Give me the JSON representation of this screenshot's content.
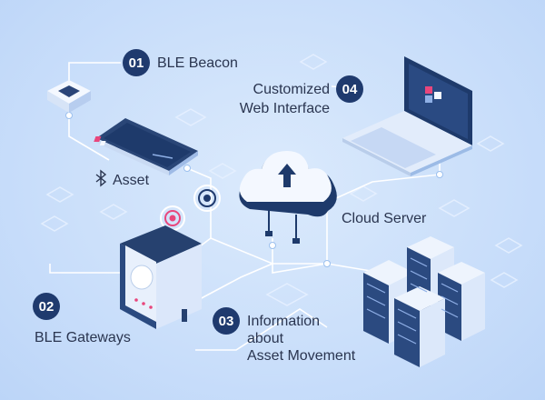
{
  "nodes": [
    {
      "id": "beacon",
      "number": "01",
      "label": "BLE Beacon"
    },
    {
      "id": "gateways",
      "number": "02",
      "label": "BLE Gateways"
    },
    {
      "id": "information",
      "number": "03",
      "label_lines": [
        "Information",
        "about",
        "Asset Movement"
      ]
    },
    {
      "id": "web",
      "number": "04",
      "label_lines": [
        "Customized",
        "Web Interface"
      ]
    }
  ],
  "asset_label": "Asset",
  "cloud_label": "Cloud Server",
  "icons": [
    "bluetooth-icon",
    "upload-arrow-icon",
    "signal-icon"
  ],
  "colors": {
    "badge": "#1f3a6e",
    "line": "#ffffff",
    "signal": "#e8467c",
    "device_dark": "#233a66"
  }
}
